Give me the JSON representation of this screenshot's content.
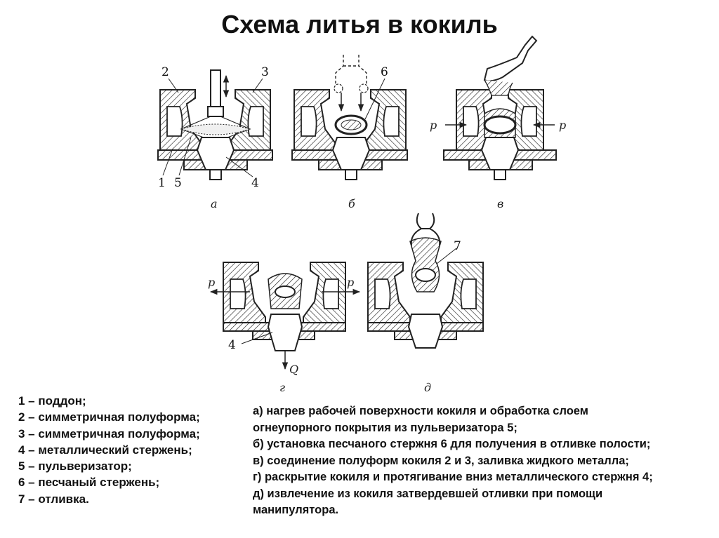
{
  "title": "Схема литья в кокиль",
  "figure": {
    "panels": [
      {
        "id": "a",
        "label": "а"
      },
      {
        "id": "b",
        "label": "б"
      },
      {
        "id": "v",
        "label": "в"
      },
      {
        "id": "g",
        "label": "г"
      },
      {
        "id": "d",
        "label": "д"
      }
    ],
    "callouts": {
      "n1": "1",
      "n2": "2",
      "n3": "3",
      "n4": "4",
      "n5": "5",
      "n6": "6",
      "n7": "7",
      "n4b": "4",
      "p": "p",
      "Q": "Q"
    }
  },
  "legend": [
    "1 – поддон;",
    "2 – симметричная полуформа;",
    "3 – симметричная полуформа;",
    "4 – металлический стержень;",
    "5 – пульверизатор;",
    "6 – песчаный стержень;",
    "7 – отливка."
  ],
  "steps": [
    "а) нагрев рабочей поверхности кокиля и обработка слоем",
    "огнеупорного покрытия из пульверизатора 5;",
    "б) установка песчаного стержня 6 для получения в отливке полости;",
    "в) соединение полуформ кокиля 2 и 3, заливка жидкого металла;",
    "г) раскрытие кокиля и протягивание вниз металлического стержня 4;",
    "д) извлечение из кокиля затвердевшей отливки при помощи",
    "манипулятора."
  ]
}
